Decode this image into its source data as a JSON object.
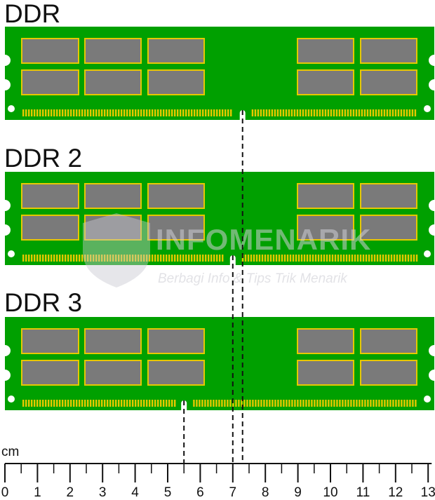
{
  "modules": [
    {
      "label": "DDR",
      "notch_cm": 7.3
    },
    {
      "label": "DDR 2",
      "notch_cm": 7.0
    },
    {
      "label": "DDR 3",
      "notch_cm": 5.5
    }
  ],
  "ruler": {
    "unit": "cm",
    "min": 0,
    "max": 13,
    "labels": [
      "0",
      "1",
      "2",
      "3",
      "4",
      "5",
      "6",
      "7",
      "8",
      "9",
      "10",
      "11",
      "12",
      "13"
    ]
  },
  "watermark": {
    "title": "INFOMENARIK",
    "subtitle": "Berbagi Info & Tips Trik Menarik"
  },
  "colors": {
    "pcb": "#00a000",
    "chip": "#7a7a7a",
    "chip_border": "#e6c800",
    "pins": "#e6c800",
    "line": "#111111"
  }
}
